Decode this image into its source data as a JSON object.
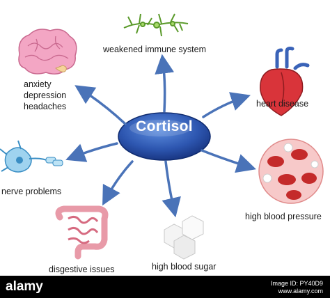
{
  "center": {
    "label": "Cortisol",
    "fill_dark": "#1f3f8f",
    "fill_light": "#4f7fd0"
  },
  "effects": {
    "immune": "weakened immune system",
    "anxiety_line1": "anxiety",
    "anxiety_line2": "depression",
    "anxiety_line3": "headaches",
    "heart": "heart disease",
    "nerve": "nerve problems",
    "blood_pressure": "high blood pressure",
    "digestive": "disgestive issues",
    "blood_sugar": "high blood sugar"
  },
  "arrow_color": "#4a73b8",
  "watermark": {
    "logo": "alamy",
    "image_id": "Image ID: PY40D9",
    "site": "www.alamy.com"
  }
}
